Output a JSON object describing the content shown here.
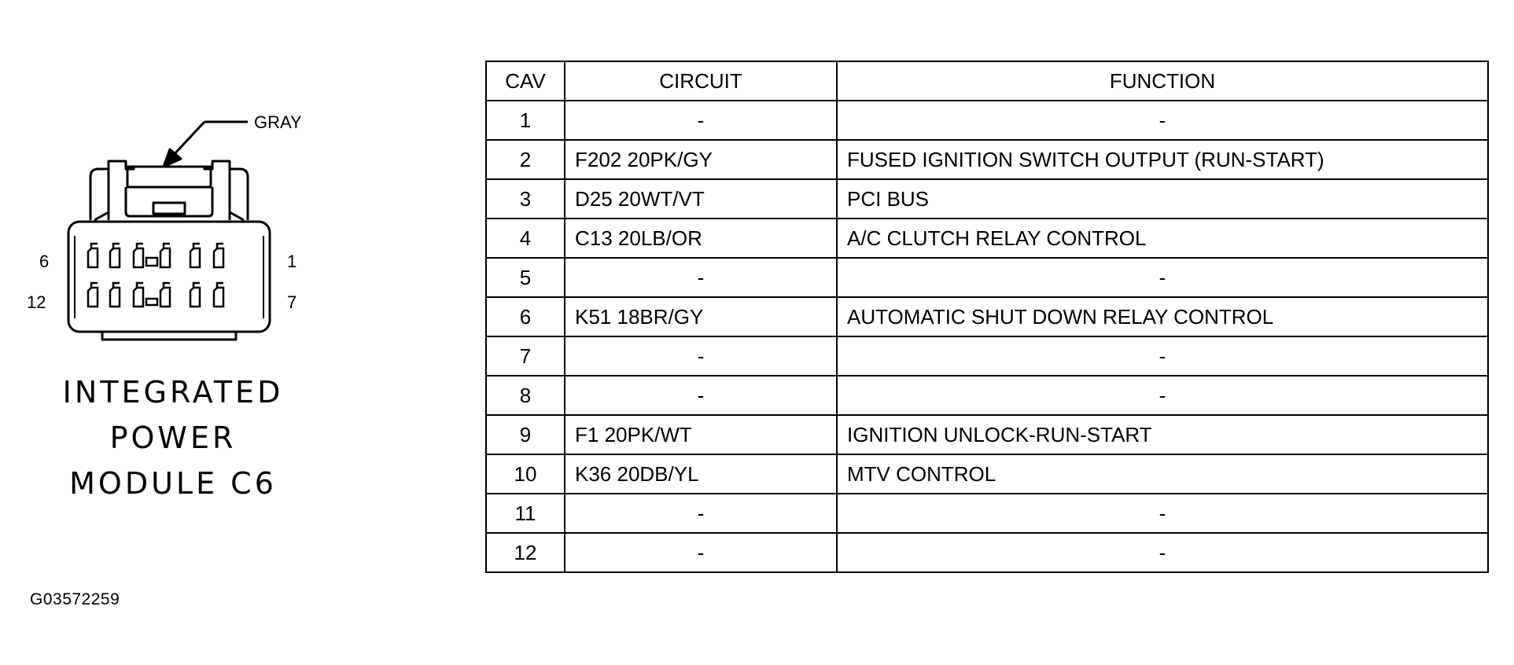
{
  "connector": {
    "color_label": "GRAY",
    "left_top_pin": "6",
    "left_bottom_pin": "12",
    "right_top_pin": "1",
    "right_bottom_pin": "7",
    "title_lines": [
      "INTEGRATED",
      "POWER",
      "MODULE C6"
    ]
  },
  "figure_id": "G03572259",
  "table": {
    "headers": [
      "CAV",
      "CIRCUIT",
      "FUNCTION"
    ],
    "rows": [
      {
        "cav": "1",
        "circuit": "-",
        "function": "-"
      },
      {
        "cav": "2",
        "circuit": "F202 20PK/GY",
        "function": "FUSED IGNITION SWITCH OUTPUT (RUN-START)"
      },
      {
        "cav": "3",
        "circuit": "D25 20WT/VT",
        "function": "PCI BUS"
      },
      {
        "cav": "4",
        "circuit": "C13 20LB/OR",
        "function": "A/C CLUTCH RELAY CONTROL"
      },
      {
        "cav": "5",
        "circuit": "-",
        "function": "-"
      },
      {
        "cav": "6",
        "circuit": "K51 18BR/GY",
        "function": "AUTOMATIC SHUT DOWN RELAY CONTROL"
      },
      {
        "cav": "7",
        "circuit": "-",
        "function": "-"
      },
      {
        "cav": "8",
        "circuit": "-",
        "function": "-"
      },
      {
        "cav": "9",
        "circuit": "F1 20PK/WT",
        "function": "IGNITION UNLOCK-RUN-START"
      },
      {
        "cav": "10",
        "circuit": "K36 20DB/YL",
        "function": "MTV CONTROL"
      },
      {
        "cav": "11",
        "circuit": "-",
        "function": "-"
      },
      {
        "cav": "12",
        "circuit": "-",
        "function": "-"
      }
    ]
  }
}
